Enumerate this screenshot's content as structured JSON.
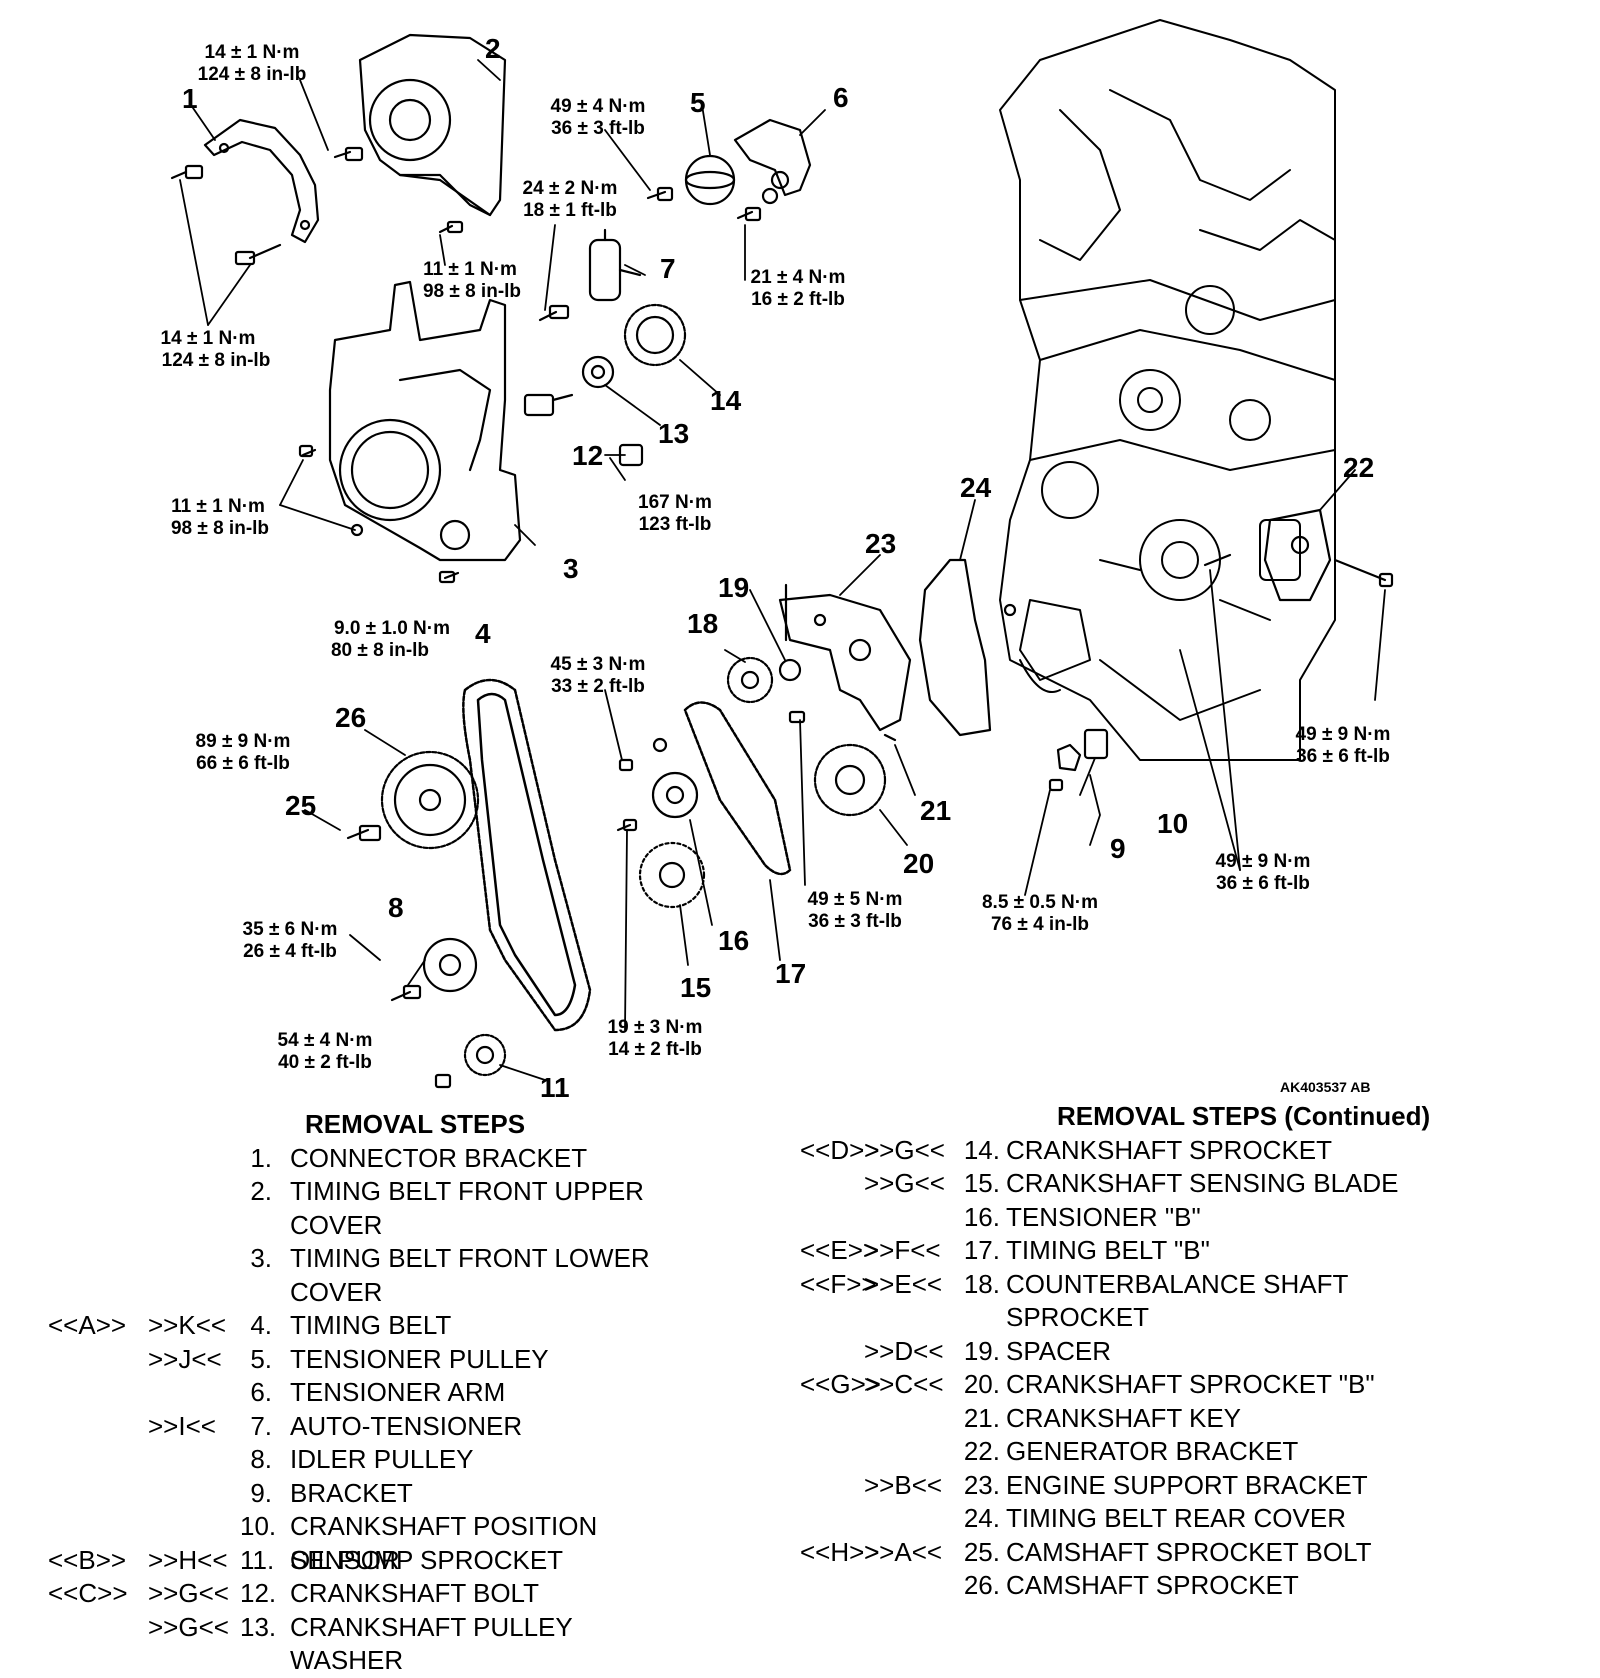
{
  "figure_id": "AK403537 AB",
  "callouts": [
    "1",
    "2",
    "3",
    "4",
    "5",
    "6",
    "7",
    "8",
    "9",
    "10",
    "11",
    "12",
    "13",
    "14",
    "15",
    "16",
    "17",
    "18",
    "19",
    "20",
    "21",
    "22",
    "23",
    "24",
    "25",
    "26"
  ],
  "torque_specs": [
    {
      "metric": "14 ± 1 N·m",
      "imperial": "124 ± 8 in-lb"
    },
    {
      "metric": "14 ± 1 N·m",
      "imperial": "124 ± 8 in-lb"
    },
    {
      "metric": "11 ± 1 N·m",
      "imperial": "98 ± 8 in-lb"
    },
    {
      "metric": "11 ± 1 N·m",
      "imperial": "98 ± 8 in-lb"
    },
    {
      "metric": "9.0 ± 1.0 N·m",
      "imperial": "80 ± 8 in-lb"
    },
    {
      "metric": "49 ± 4 N·m",
      "imperial": "36 ± 3 ft-lb"
    },
    {
      "metric": "24 ± 2 N·m",
      "imperial": "18 ± 1 ft-lb"
    },
    {
      "metric": "21 ± 4 N·m",
      "imperial": "16 ± 2 ft-lb"
    },
    {
      "metric": "167 N·m",
      "imperial": "123 ft-lb"
    },
    {
      "metric": "89 ± 9 N·m",
      "imperial": "66 ± 6 ft-lb"
    },
    {
      "metric": "45 ± 3 N·m",
      "imperial": "33 ± 2 ft-lb"
    },
    {
      "metric": "35 ± 6 N·m",
      "imperial": "26 ± 4 ft-lb"
    },
    {
      "metric": "54 ± 4 N·m",
      "imperial": "40 ± 2 ft-lb"
    },
    {
      "metric": "19 ± 3 N·m",
      "imperial": "14 ± 2 ft-lb"
    },
    {
      "metric": "49 ± 5 N·m",
      "imperial": "36 ± 3 ft-lb"
    },
    {
      "metric": "8.5 ± 0.5 N·m",
      "imperial": "76 ± 4 in-lb"
    },
    {
      "metric": "49 ± 9 N·m",
      "imperial": "36 ± 6 ft-lb"
    },
    {
      "metric": "49 ± 9 N·m",
      "imperial": "36 ± 6 ft-lb"
    }
  ],
  "removal_steps": {
    "title": "REMOVAL STEPS",
    "items": [
      {
        "removal": "",
        "install": "",
        "number": "1.",
        "label": "CONNECTOR BRACKET"
      },
      {
        "removal": "",
        "install": "",
        "number": "2.",
        "label": "TIMING BELT FRONT UPPER COVER"
      },
      {
        "removal": "",
        "install": "",
        "number": "3.",
        "label": "TIMING BELT FRONT LOWER COVER"
      },
      {
        "removal": "<<A>>",
        "install": ">>K<<",
        "number": "4.",
        "label": "TIMING BELT"
      },
      {
        "removal": "",
        "install": ">>J<<",
        "number": "5.",
        "label": "TENSIONER PULLEY"
      },
      {
        "removal": "",
        "install": "",
        "number": "6.",
        "label": "TENSIONER ARM"
      },
      {
        "removal": "",
        "install": ">>I<<",
        "number": "7.",
        "label": "AUTO-TENSIONER"
      },
      {
        "removal": "",
        "install": "",
        "number": "8.",
        "label": "IDLER PULLEY"
      },
      {
        "removal": "",
        "install": "",
        "number": "9.",
        "label": "BRACKET"
      },
      {
        "removal": "",
        "install": "",
        "number": "10.",
        "label": "CRANKSHAFT POSITION SENSOR"
      },
      {
        "removal": "<<B>>",
        "install": ">>H<<",
        "number": "11.",
        "label": "OIL PUMP SPROCKET"
      },
      {
        "removal": "<<C>>",
        "install": ">>G<<",
        "number": "12.",
        "label": "CRANKSHAFT BOLT"
      },
      {
        "removal": "",
        "install": ">>G<<",
        "number": "13.",
        "label": "CRANKSHAFT PULLEY WASHER"
      }
    ]
  },
  "removal_steps_continued": {
    "title": "REMOVAL STEPS (Continued)",
    "items": [
      {
        "removal": "<<D>>",
        "install": ">>G<<",
        "number": "14.",
        "label": "CRANKSHAFT SPROCKET"
      },
      {
        "removal": "",
        "install": ">>G<<",
        "number": "15.",
        "label": "CRANKSHAFT SENSING BLADE"
      },
      {
        "removal": "",
        "install": "",
        "number": "16.",
        "label": "TENSIONER \"B\""
      },
      {
        "removal": "<<E>>",
        "install": ">>F<<",
        "number": "17.",
        "label": "TIMING BELT \"B\""
      },
      {
        "removal": "<<F>>",
        "install": ">>E<<",
        "number": "18.",
        "label": "COUNTERBALANCE SHAFT SPROCKET"
      },
      {
        "removal": "",
        "install": ">>D<<",
        "number": "19.",
        "label": "SPACER"
      },
      {
        "removal": "<<G>>",
        "install": ">>C<<",
        "number": "20.",
        "label": "CRANKSHAFT SPROCKET \"B\""
      },
      {
        "removal": "",
        "install": "",
        "number": "21.",
        "label": "CRANKSHAFT KEY"
      },
      {
        "removal": "",
        "install": "",
        "number": "22.",
        "label": "GENERATOR BRACKET"
      },
      {
        "removal": "",
        "install": ">>B<<",
        "number": "23.",
        "label": "ENGINE SUPPORT BRACKET"
      },
      {
        "removal": "",
        "install": "",
        "number": "24.",
        "label": "TIMING BELT REAR COVER"
      },
      {
        "removal": "<<H>>",
        "install": ">>A<<",
        "number": "25.",
        "label": "CAMSHAFT SPROCKET BOLT"
      },
      {
        "removal": "",
        "install": "",
        "number": "26.",
        "label": "CAMSHAFT SPROCKET"
      }
    ]
  }
}
